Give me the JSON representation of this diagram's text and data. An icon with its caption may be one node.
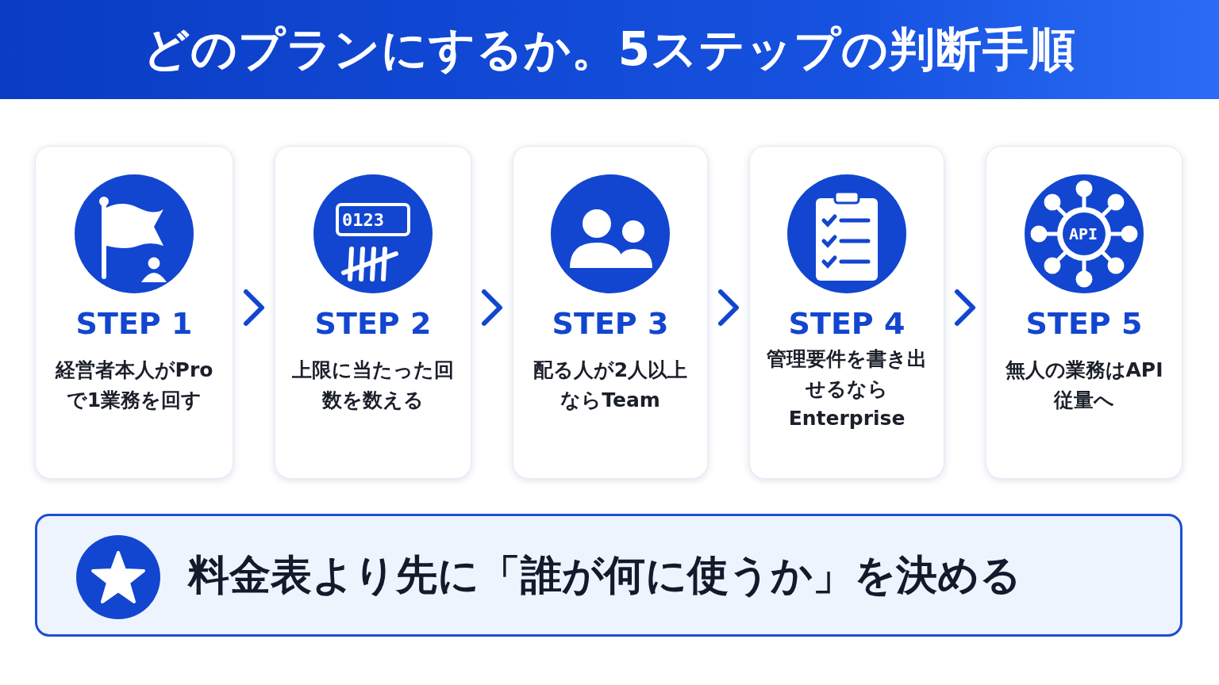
{
  "diagram": {
    "title": "どのプランにするか。5ステップの判断手順",
    "nodes": [
      {
        "text": [
          "STEP 1",
          "経営者本人がProで1業務を回す"
        ]
      },
      {
        "text": [
          "STEP 2",
          "上限に当たった回数を数える"
        ]
      },
      {
        "text": [
          "STEP 3",
          "配る人が2人以上ならTeam"
        ]
      },
      {
        "text": [
          "STEP 4",
          "管理要件を書き出せるならEnterprise"
        ]
      },
      {
        "text": [
          "STEP 5",
          "無人の業務はAPI従量へ"
        ]
      },
      {
        "text": [
          "料金表より先に**「誰が何に使うか」**を決める"
        ]
      }
    ],
    "edges": [
      {
        "from": 0,
        "to": 1,
        "arrow": "to"
      },
      {
        "from": 1,
        "to": 2,
        "arrow": "to"
      },
      {
        "from": 2,
        "to": 3,
        "arrow": "to"
      },
      {
        "from": 3,
        "to": 4,
        "arrow": "to"
      }
    ],
    "labels": [
      "0123",
      "API"
    ]
  }
}
